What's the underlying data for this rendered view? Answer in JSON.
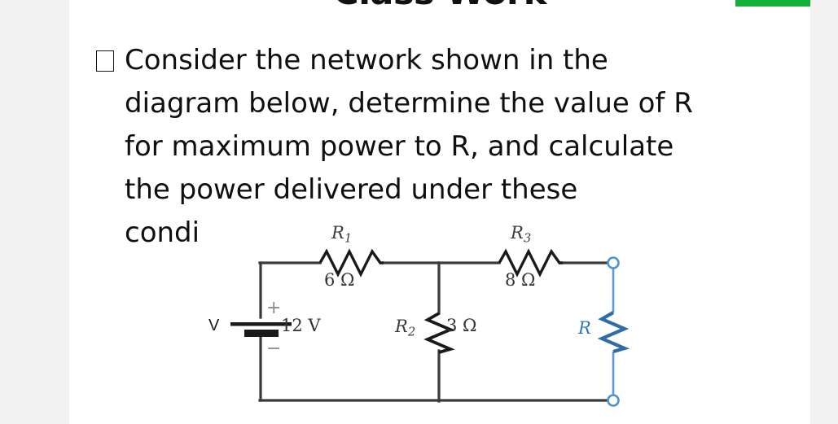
{
  "page": {
    "background_color": "#f1f1f1",
    "slide_background": "#ffffff",
    "accent_color": "#13b03c"
  },
  "slide": {
    "title": "Class Work",
    "accent_bar_label": "green-accent-bar"
  },
  "body": {
    "bullet_glyph": "tofu-box",
    "lines": [
      "Consider the network shown in the",
      "diagram below, determine the value of R",
      "for maximum power to R, and calculate",
      "the power delivered under these",
      "condi"
    ]
  },
  "figure": {
    "name": "resistor-network-circuit",
    "source": {
      "terminal_label": "V",
      "value": "12 V",
      "polarity_plus": "+",
      "polarity_minus": "−"
    },
    "components": [
      {
        "id": "R1",
        "label": "R",
        "subscript": "1",
        "value": "6 Ω",
        "orientation": "horizontal",
        "color": "#1a1a1a"
      },
      {
        "id": "R2",
        "label": "R",
        "subscript": "2",
        "value": "3 Ω",
        "orientation": "vertical",
        "color": "#1a1a1a"
      },
      {
        "id": "R3",
        "label": "R",
        "subscript": "3",
        "value": "8 Ω",
        "orientation": "horizontal",
        "color": "#1a1a1a"
      },
      {
        "id": "R",
        "label": "R",
        "subscript": "",
        "value": "",
        "orientation": "vertical",
        "color": "#2e75b6"
      }
    ],
    "terminals": {
      "count": 2,
      "color": "#2e75b6"
    },
    "wire_color": "#3a3a3a",
    "highlight_color": "#2e75b6"
  }
}
